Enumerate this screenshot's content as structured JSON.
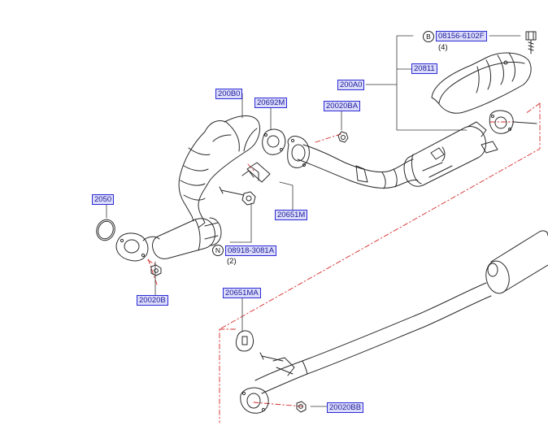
{
  "callouts": {
    "bolt_b": "08156-6102F",
    "bolt_b_marker": "B",
    "bolt_b_qty": "(4)",
    "heat_shield": "20811",
    "catalytic_assembly": "200A0",
    "front_pipe": "200B0",
    "gasket_upper": "20692M",
    "nut_upper": "20020BA",
    "gasket_left": "2050",
    "stud_n": "08918-3081A",
    "stud_n_marker": "N",
    "stud_n_qty": "(2)",
    "hanger_upper": "20651M",
    "nut_lower_left": "20020B",
    "hanger_lower": "20651MA",
    "nut_bottom": "20020BB"
  },
  "colors": {
    "part_line": "#2a2a2a",
    "leader": "#3a3a3a",
    "dash_boundary": "#d42a2a",
    "label_text": "#1b1b9a",
    "label_bg": "#dcdcfa",
    "label_border": "#2b2bd6"
  }
}
